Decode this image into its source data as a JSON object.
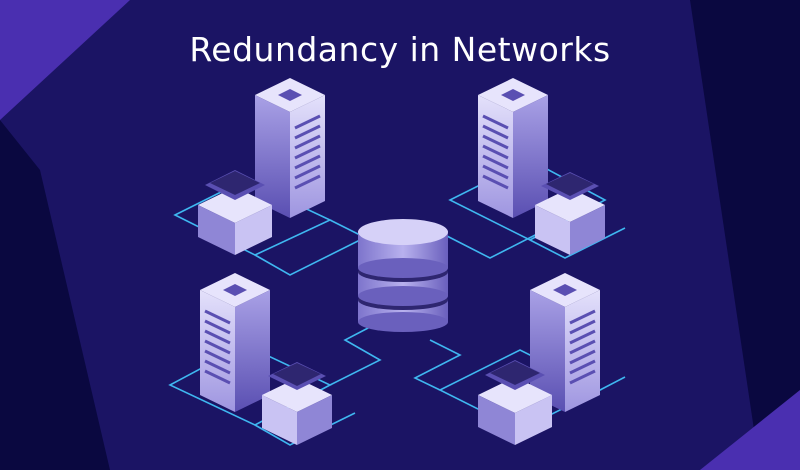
{
  "title": "Redundancy in Networks",
  "illustration": {
    "subject": "isometric server racks connected to central database",
    "server_count": 4,
    "colors": {
      "background": "#1b1464",
      "background_dark": "#0a0840",
      "accent_purple": "#4a2fb0",
      "circuit_line": "#3fb7f0",
      "server_light": "#cfcaf2",
      "server_mid": "#8f86d6",
      "server_dark": "#4b3f9e"
    }
  }
}
